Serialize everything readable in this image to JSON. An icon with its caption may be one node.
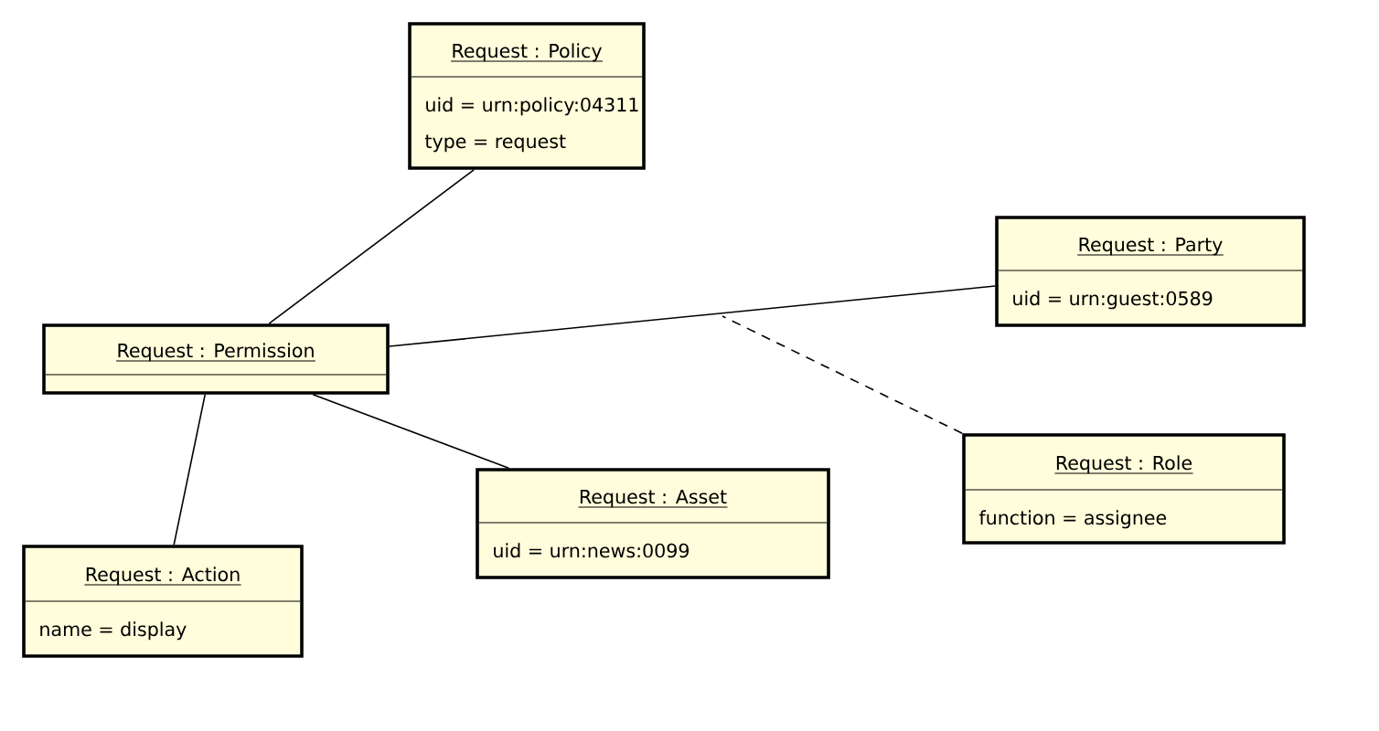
{
  "diagram": {
    "nodes": [
      {
        "text": [
          "Request : Policy",
          "uid = urn:policy:04311",
          "type = request"
        ]
      },
      {
        "text": [
          "Request : Permission"
        ]
      },
      {
        "text": [
          "Request : Party",
          "uid = urn:guest:0589"
        ]
      },
      {
        "text": [
          "Request : Asset",
          "uid = urn:news:0099"
        ]
      },
      {
        "text": [
          "Request : Action",
          "name = display"
        ]
      },
      {
        "text": [
          "Request : Role",
          "function = assignee"
        ]
      }
    ],
    "edges": [
      {
        "from": 0,
        "to": 1,
        "arrow": "none"
      },
      {
        "from": 1,
        "to": 2,
        "arrow": "none"
      },
      {
        "from": 1,
        "to": 3,
        "arrow": "none"
      },
      {
        "from": 1,
        "to": 4,
        "arrow": "none"
      },
      {
        "from": 5,
        "to": null,
        "arrow": "none",
        "style": "dashed"
      }
    ]
  }
}
